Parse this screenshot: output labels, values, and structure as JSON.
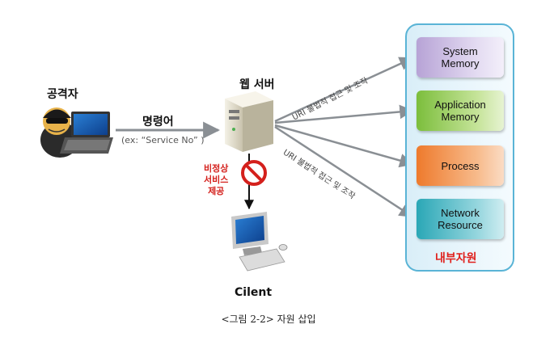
{
  "attacker_label": "공격자",
  "command_label": "명령어",
  "command_example": "(ex: “Service No” )",
  "server_label": "웹 서버",
  "abnormal_label": [
    "비정상",
    "서비스",
    "제공"
  ],
  "client_label": "Cilent",
  "illegal_access_label": "URI 불법적 접근 및 조작",
  "resources_title": "내부자원",
  "resources": [
    "System\nMemory",
    "Application\nMemory",
    "Process",
    "Network\nResource"
  ],
  "caption": "<그림 2-2> 자원 삽입",
  "colors": {
    "panel_border": "#5ab4d6",
    "resources_title": "#e0201c",
    "abnormal_text": "#d4201c",
    "arrow": "#8a8f94"
  }
}
